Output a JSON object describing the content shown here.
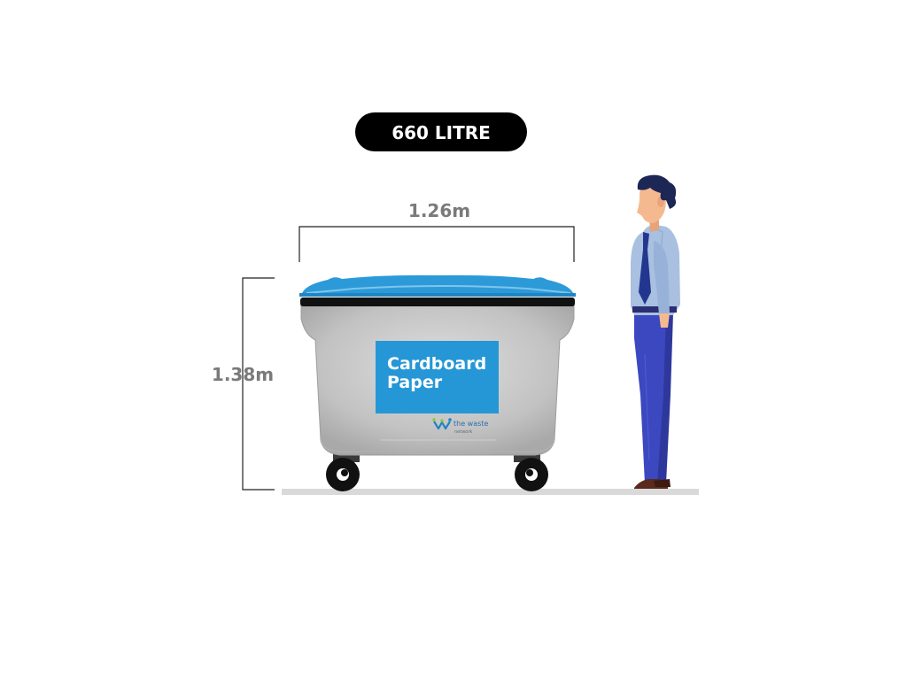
{
  "badge": {
    "text": "660 LITRE"
  },
  "dimensions": {
    "width_label": "1.26m",
    "height_label": "1.38m"
  },
  "bin": {
    "sign_line1": "Cardboard",
    "sign_line2": "Paper",
    "logo_line1": "the waste",
    "logo_line2": "network"
  },
  "colors": {
    "badge_bg": "#000000",
    "badge_text": "#ffffff",
    "lid": "#2c9ad8",
    "bin_body": "#c4c4c4",
    "sign_bg": "#2597d6",
    "dimension_text": "#7a7a7a",
    "ground": "#d9d9d9",
    "shirt": "#a9c0e0",
    "trousers": "#3c48bf",
    "tie": "#23368f",
    "hair": "#1c2755",
    "skin": "#f5b98f"
  }
}
